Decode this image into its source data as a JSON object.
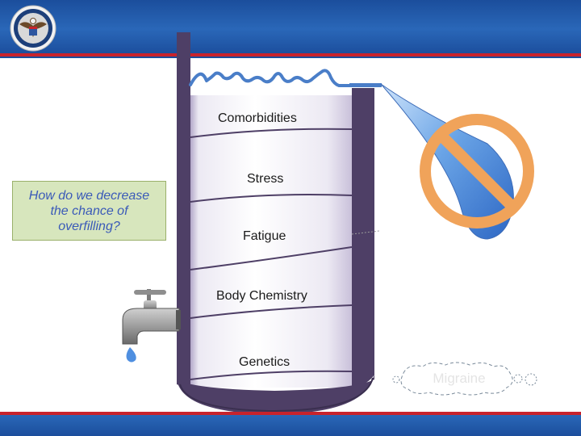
{
  "question": "How do we decrease the chance of overfilling?",
  "layers": {
    "comorbidities": "Comorbidities",
    "stress": "Stress",
    "fatigue": "Fatigue",
    "body_chemistry": "Body Chemistry",
    "genetics": "Genetics"
  },
  "cloud_label": "Migraine",
  "icons": {
    "seal": "department-seal-icon",
    "faucet": "water-faucet-icon",
    "prohibition": "prohibition-sign-icon"
  },
  "colors": {
    "header_blue": "#1b4e9c",
    "stripe_red": "#c8232c",
    "barrel_purple": "#5b4a72",
    "question_box_green": "#d7e6bd",
    "prohibition_orange": "#f0a35a",
    "drop_blue": "#4f8fe0"
  }
}
